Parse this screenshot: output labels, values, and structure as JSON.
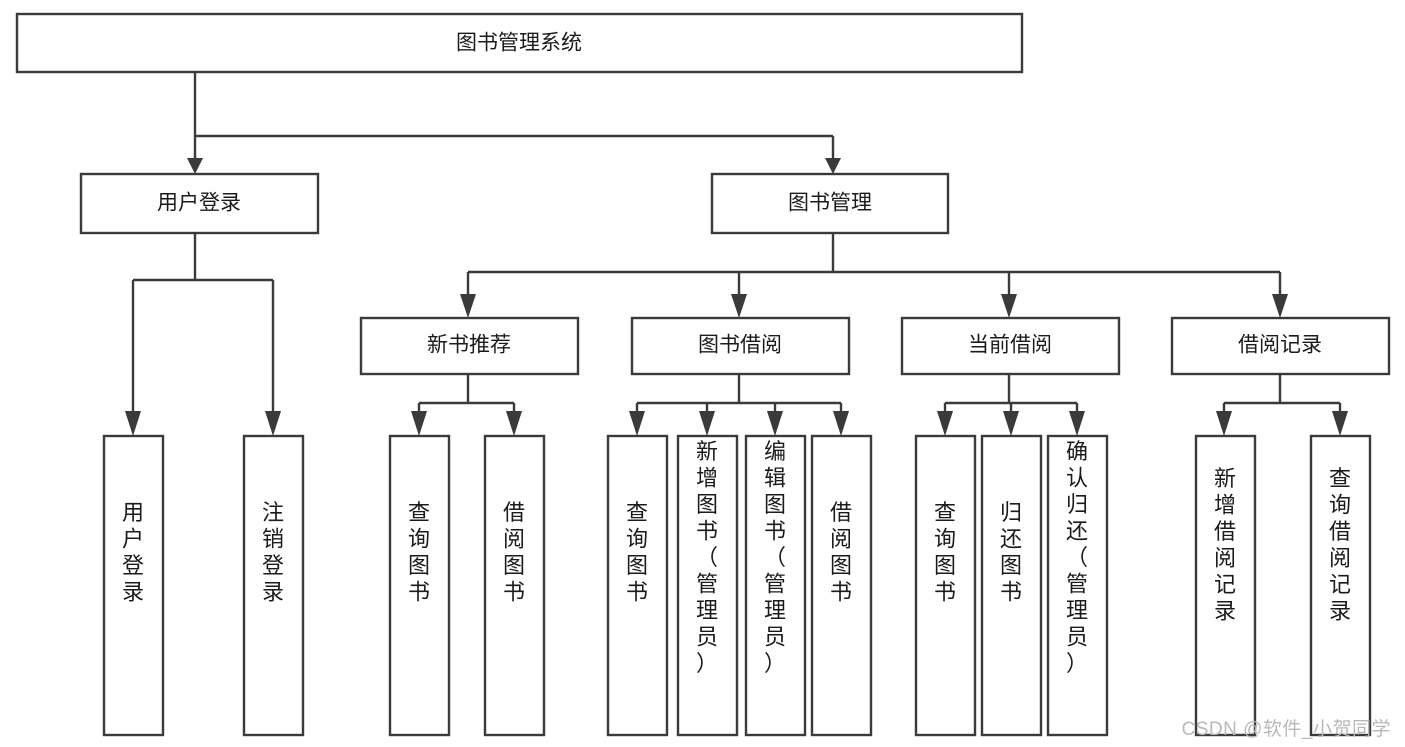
{
  "diagram": {
    "type": "tree",
    "title": "图书管理系统",
    "orientation": "top-down",
    "watermark": "CSDN @软件_小贺同学",
    "colors": {
      "box_stroke": "#3a3a3a",
      "box_fill": "#ffffff",
      "connector": "#3a3a3a",
      "text": "#1b1b1b",
      "watermark": "#b9b9b9",
      "background": "#ffffff"
    },
    "nodes": {
      "root": {
        "label": "图书管理系统",
        "level": 1,
        "orientation": "horizontal"
      },
      "l2": [
        {
          "label": "用户登录",
          "level": 2,
          "orientation": "horizontal"
        },
        {
          "label": "图书管理",
          "level": 2,
          "orientation": "horizontal"
        }
      ],
      "l3": [
        {
          "label": "新书推荐",
          "level": 3,
          "orientation": "horizontal"
        },
        {
          "label": "图书借阅",
          "level": 3,
          "orientation": "horizontal"
        },
        {
          "label": "当前借阅",
          "level": 3,
          "orientation": "horizontal"
        },
        {
          "label": "借阅记录",
          "level": 3,
          "orientation": "horizontal"
        }
      ],
      "leaves_user_login": [
        {
          "label": "用户登录",
          "orientation": "vertical"
        },
        {
          "label": "注销登录",
          "orientation": "vertical"
        }
      ],
      "leaves_new_book": [
        {
          "label": "查询图书",
          "orientation": "vertical"
        },
        {
          "label": "借阅图书",
          "orientation": "vertical"
        }
      ],
      "leaves_borrow": [
        {
          "label": "查询图书",
          "orientation": "vertical"
        },
        {
          "label": "新增图书（管理员）",
          "orientation": "vertical"
        },
        {
          "label": "编辑图书（管理员）",
          "orientation": "vertical"
        },
        {
          "label": "借阅图书",
          "orientation": "vertical"
        }
      ],
      "leaves_current": [
        {
          "label": "查询图书",
          "orientation": "vertical"
        },
        {
          "label": "归还图书",
          "orientation": "vertical"
        },
        {
          "label": "确认归还（管理员）",
          "orientation": "vertical"
        }
      ],
      "leaves_record": [
        {
          "label": "新增借阅记录",
          "orientation": "vertical"
        },
        {
          "label": "查询借阅记录",
          "orientation": "vertical"
        }
      ]
    }
  }
}
